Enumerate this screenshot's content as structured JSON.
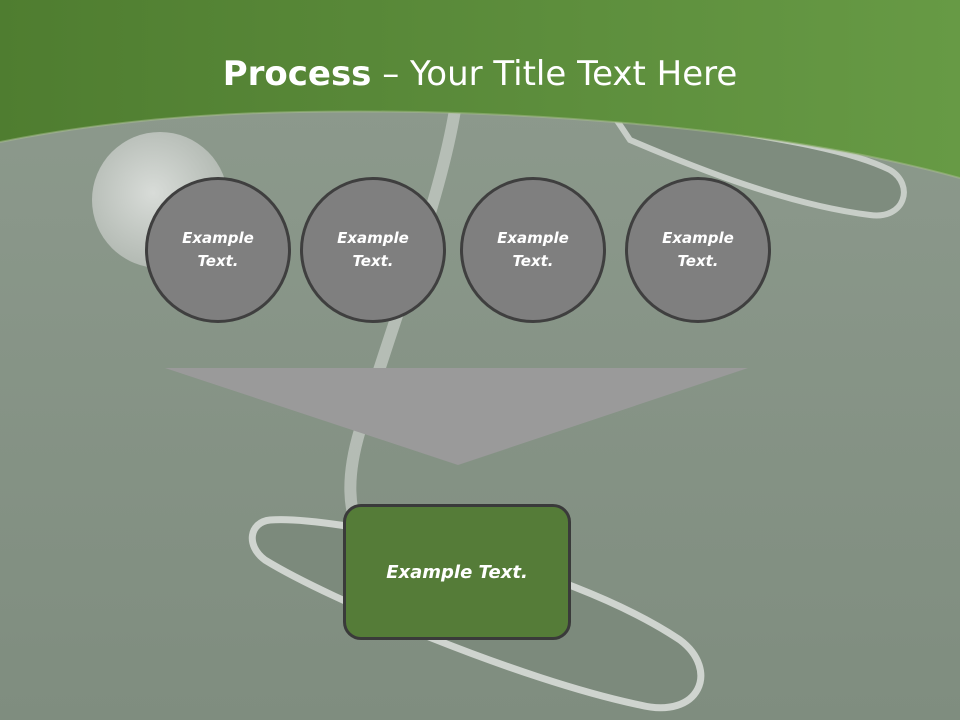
{
  "title": {
    "strong": "Process",
    "rest": " – Your Title Text Here"
  },
  "steps": [
    {
      "label": "Example Text."
    },
    {
      "label": "Example Text."
    },
    {
      "label": "Example Text."
    },
    {
      "label": "Example Text."
    }
  ],
  "result": {
    "label": "Example Text."
  },
  "colors": {
    "header_green": "#5a8a3c",
    "circle_fill": "#7f7f7f",
    "arrow_fill": "#9a9a9a",
    "result_fill": "#557c38",
    "outline": "#3f3f3f"
  },
  "icons": {
    "background": "golf-putter-and-ball-image"
  }
}
